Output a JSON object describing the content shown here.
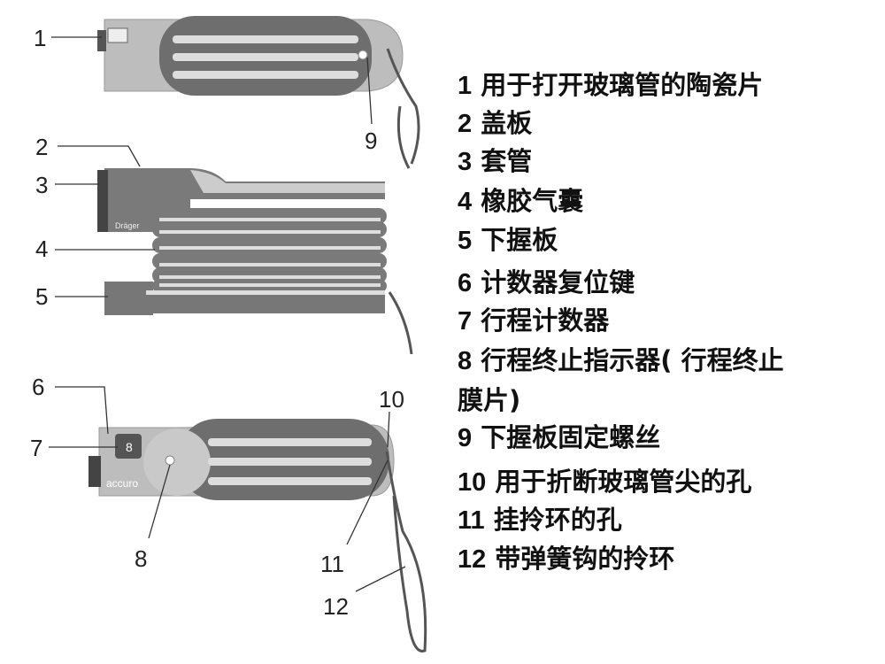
{
  "callouts": {
    "n1": "1",
    "n2": "2",
    "n3": "3",
    "n4": "4",
    "n5": "5",
    "n6": "6",
    "n7": "7",
    "n8": "8",
    "n9": "9",
    "n10": "10",
    "n11": "11",
    "n12": "12"
  },
  "device_text": {
    "brand": "Dräger",
    "model": "accuro",
    "counter": "8"
  },
  "legend": [
    {
      "num": "1",
      "text": "用于打开玻璃管的陶瓷片"
    },
    {
      "num": "2",
      "text": "盖板"
    },
    {
      "num": "3",
      "text": "套管"
    },
    {
      "num": "4",
      "text": "橡胶气囊"
    },
    {
      "num": "5",
      "text": "下握板"
    },
    {
      "num": "6",
      "text": "计数器复位键"
    },
    {
      "num": "7",
      "text": "行程计数器"
    },
    {
      "num": "8",
      "text": "行程终止指示器( 行程终止"
    },
    {
      "num": "",
      "text": "膜片)"
    },
    {
      "num": "9",
      "text": "下握板固定螺丝"
    },
    {
      "num": "10",
      "text": "用于折断玻璃管尖的孔"
    },
    {
      "num": "11",
      "text": "挂拎环的孔"
    },
    {
      "num": "12",
      "text": "带弹簧钩的拎环"
    }
  ]
}
